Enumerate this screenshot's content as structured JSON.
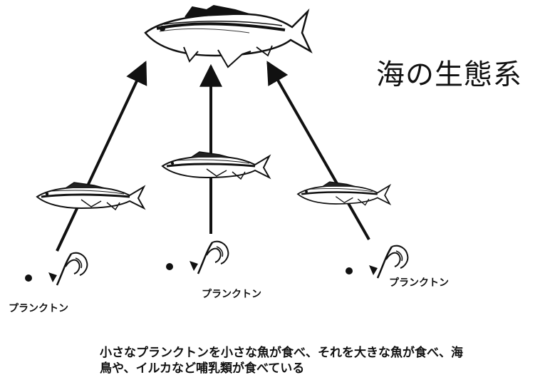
{
  "title": "海の生態系",
  "plankton_label": "プランクトン",
  "caption": {
    "line1": "小さなプランクトンを小さな魚が食べ、それを大きな魚が食べ、海",
    "line2": "鳥や、イルカなど哺乳類が食べている"
  },
  "colors": {
    "ink": "#111111",
    "fill": "#ffffff"
  }
}
